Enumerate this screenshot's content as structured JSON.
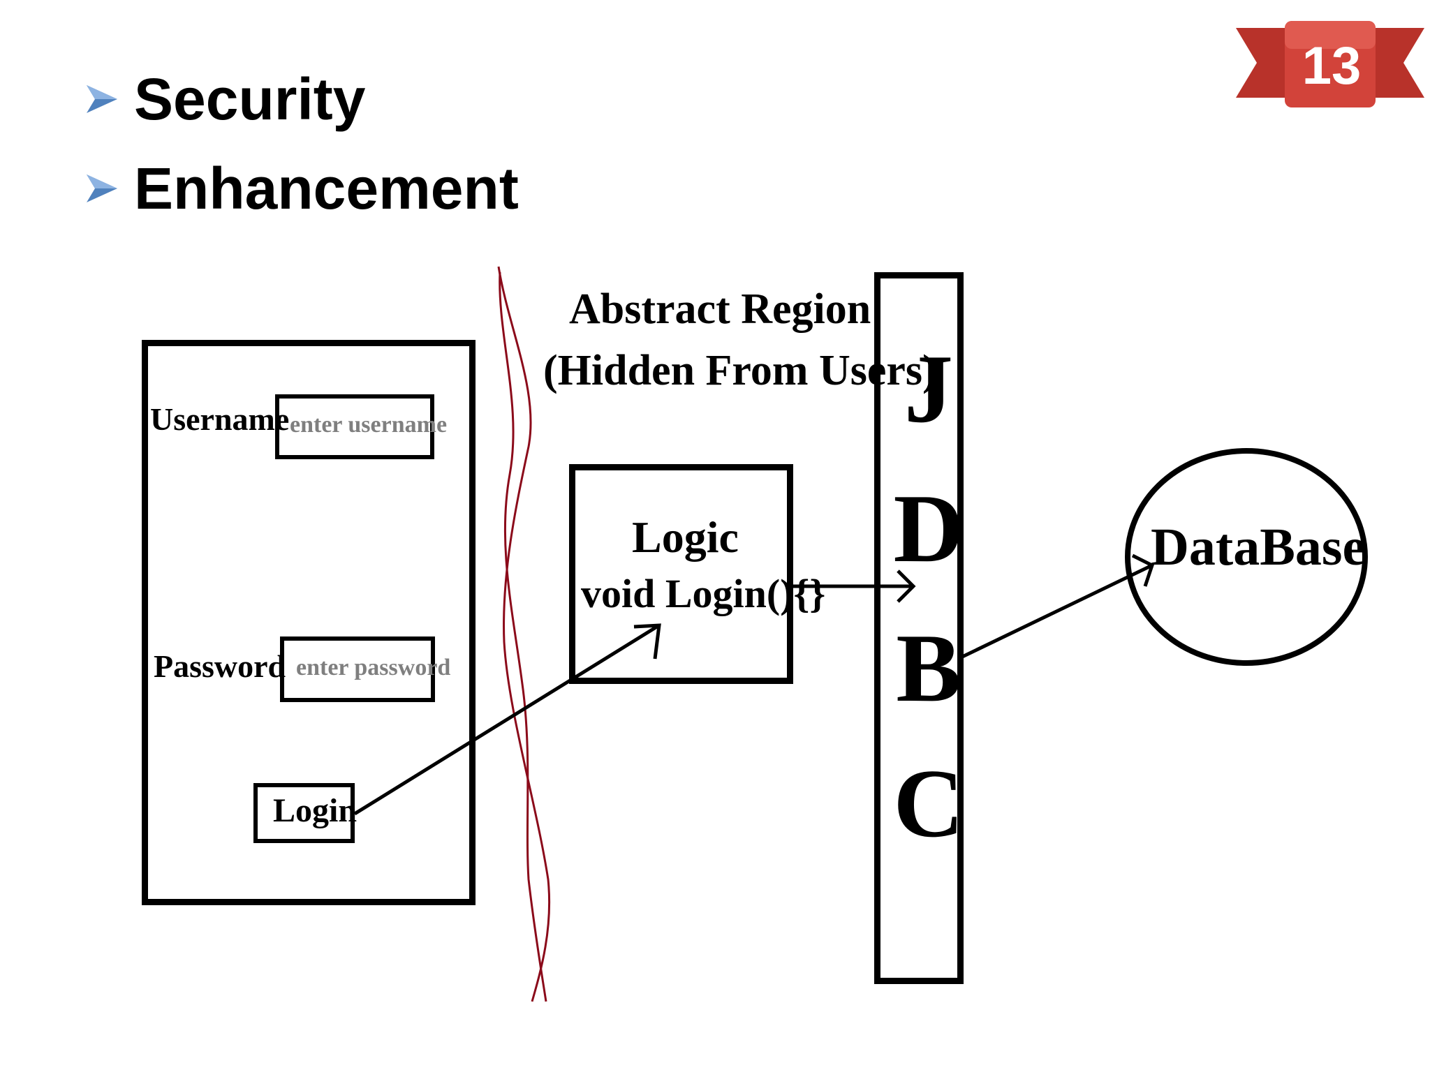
{
  "slide": {
    "bullets": [
      {
        "text": "Security",
        "icon": "arrowhead-bullet-icon"
      },
      {
        "text": "Enhancement",
        "icon": "arrowhead-bullet-icon"
      }
    ],
    "page_number": "13",
    "colors": {
      "bullet": "#4f81bd",
      "badge": "#c0392b",
      "boundary_line": "#8b0a1a"
    }
  },
  "diagram": {
    "login_form": {
      "username_label": "Username",
      "username_placeholder": "enter username",
      "password_label": "Password",
      "password_placeholder": "enter password",
      "login_button": "Login"
    },
    "abstract_region": {
      "title_line1": "Abstract Region",
      "title_line2": "(Hidden From Users)"
    },
    "logic_box": {
      "title": "Logic",
      "code": "void Login(){}"
    },
    "jdbc": [
      "J",
      "D",
      "B",
      "C"
    ],
    "database": "DataBase"
  }
}
